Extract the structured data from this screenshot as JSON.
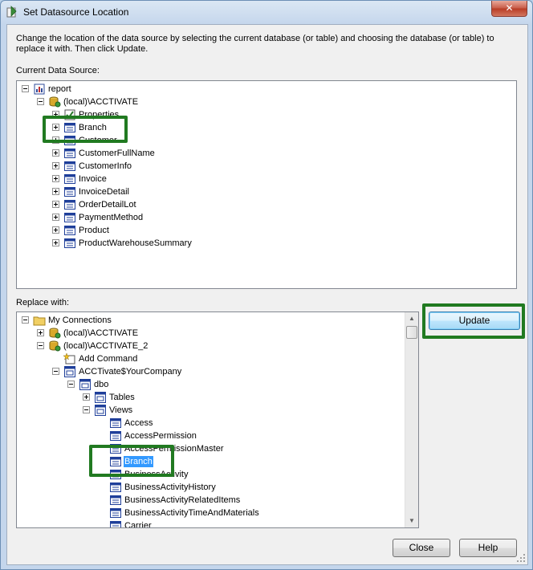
{
  "window": {
    "title": "Set Datasource Location",
    "close_glyph": "✕"
  },
  "instructions": "Change the location of the data source by selecting the current database (or table) and choosing the database (or table) to replace it with.  Then click Update.",
  "current": {
    "label": "Current Data Source:",
    "items": [
      {
        "text": "report",
        "icon": "report-icon",
        "level": 0,
        "expander": "minus"
      },
      {
        "text": "(local)\\ACCTIVATE",
        "icon": "database-icon",
        "level": 1,
        "expander": "minus"
      },
      {
        "text": "Properties",
        "icon": "properties-icon",
        "level": 2,
        "expander": "plus"
      },
      {
        "text": "Branch",
        "icon": "table-icon",
        "level": 2,
        "expander": "plus"
      },
      {
        "text": "Customer",
        "icon": "table-icon",
        "level": 2,
        "expander": "plus"
      },
      {
        "text": "CustomerFullName",
        "icon": "table-icon",
        "level": 2,
        "expander": "plus"
      },
      {
        "text": "CustomerInfo",
        "icon": "table-icon",
        "level": 2,
        "expander": "plus"
      },
      {
        "text": "Invoice",
        "icon": "table-icon",
        "level": 2,
        "expander": "plus"
      },
      {
        "text": "InvoiceDetail",
        "icon": "table-icon",
        "level": 2,
        "expander": "plus"
      },
      {
        "text": "OrderDetailLot",
        "icon": "table-icon",
        "level": 2,
        "expander": "plus"
      },
      {
        "text": "PaymentMethod",
        "icon": "table-icon",
        "level": 2,
        "expander": "plus"
      },
      {
        "text": "Product",
        "icon": "table-icon",
        "level": 2,
        "expander": "plus"
      },
      {
        "text": "ProductWarehouseSummary",
        "icon": "table-icon",
        "level": 2,
        "expander": "plus"
      }
    ]
  },
  "replace": {
    "label": "Replace with:",
    "items": [
      {
        "text": "My Connections",
        "icon": "folder-icon",
        "level": 0,
        "expander": "minus"
      },
      {
        "text": "(local)\\ACCTIVATE",
        "icon": "database-icon",
        "level": 1,
        "expander": "plus"
      },
      {
        "text": "(local)\\ACCTIVATE_2",
        "icon": "database-icon",
        "level": 1,
        "expander": "minus"
      },
      {
        "text": "Add Command",
        "icon": "add-command-icon",
        "level": 2,
        "expander": "none"
      },
      {
        "text": "ACCTivate$YourCompany",
        "icon": "database-schema-icon",
        "level": 2,
        "expander": "minus"
      },
      {
        "text": "dbo",
        "icon": "schema-icon",
        "level": 3,
        "expander": "minus"
      },
      {
        "text": "Tables",
        "icon": "tables-folder-icon",
        "level": 4,
        "expander": "plus"
      },
      {
        "text": "Views",
        "icon": "views-folder-icon",
        "level": 4,
        "expander": "minus"
      },
      {
        "text": "Access",
        "icon": "view-icon",
        "level": 5,
        "expander": "none"
      },
      {
        "text": "AccessPermission",
        "icon": "view-icon",
        "level": 5,
        "expander": "none"
      },
      {
        "text": "AccessPermissionMaster",
        "icon": "view-icon",
        "level": 5,
        "expander": "none"
      },
      {
        "text": "Branch",
        "icon": "view-icon",
        "level": 5,
        "expander": "none",
        "selected": true
      },
      {
        "text": "BusinessActivity",
        "icon": "view-icon",
        "level": 5,
        "expander": "none"
      },
      {
        "text": "BusinessActivityHistory",
        "icon": "view-icon",
        "level": 5,
        "expander": "none"
      },
      {
        "text": "BusinessActivityRelatedItems",
        "icon": "view-icon",
        "level": 5,
        "expander": "none"
      },
      {
        "text": "BusinessActivityTimeAndMaterials",
        "icon": "view-icon",
        "level": 5,
        "expander": "none"
      },
      {
        "text": "Carrier",
        "icon": "view-icon",
        "level": 5,
        "expander": "none"
      }
    ]
  },
  "buttons": {
    "update": "Update",
    "close": "Close",
    "help": "Help"
  },
  "colors": {
    "highlight": "#217a21",
    "selection": "#3399ff"
  }
}
